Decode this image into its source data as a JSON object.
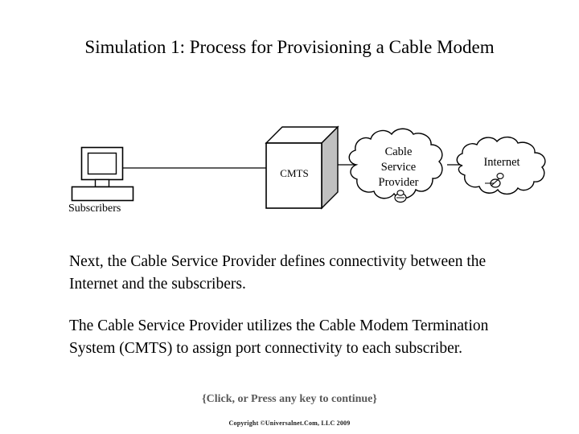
{
  "slide": {
    "title": "Simulation 1: Process for Provisioning a Cable Modem",
    "background_color": "#ffffff",
    "text_color": "#000000"
  },
  "diagram": {
    "nodes": {
      "subscribers": {
        "label": "Subscribers",
        "icon": "desktop-computer-icon"
      },
      "cmts": {
        "label": "CMTS",
        "icon": "cube-3d-icon",
        "front_face_color": "#ffffff",
        "side_face_color": "#c0c0c0",
        "top_face_color": "#ffffff",
        "stroke_color": "#000000"
      },
      "cable_service_provider": {
        "label_lines": [
          "Cable",
          "Service",
          "Provider"
        ],
        "icon": "cloud-icon"
      },
      "internet": {
        "label": "Internet",
        "icon": "cloud-icon"
      }
    },
    "links": [
      {
        "from": "subscribers",
        "to": "cmts"
      },
      {
        "from": "cmts",
        "to": "cable_service_provider"
      },
      {
        "from": "cable_service_provider",
        "to": "internet"
      }
    ]
  },
  "body": {
    "paragraph_1": "Next, the Cable Service Provider defines connectivity between the Internet and the subscribers.",
    "paragraph_2": "The Cable Service Provider utilizes the Cable Modem Termination System (CMTS) to assign port connectivity to each subscriber."
  },
  "footer": {
    "click_prompt": "{Click, or Press any key to continue}",
    "click_prompt_color": "#595959",
    "copyright": "Copyright ©Universalnet.Com, LLC 2009"
  }
}
